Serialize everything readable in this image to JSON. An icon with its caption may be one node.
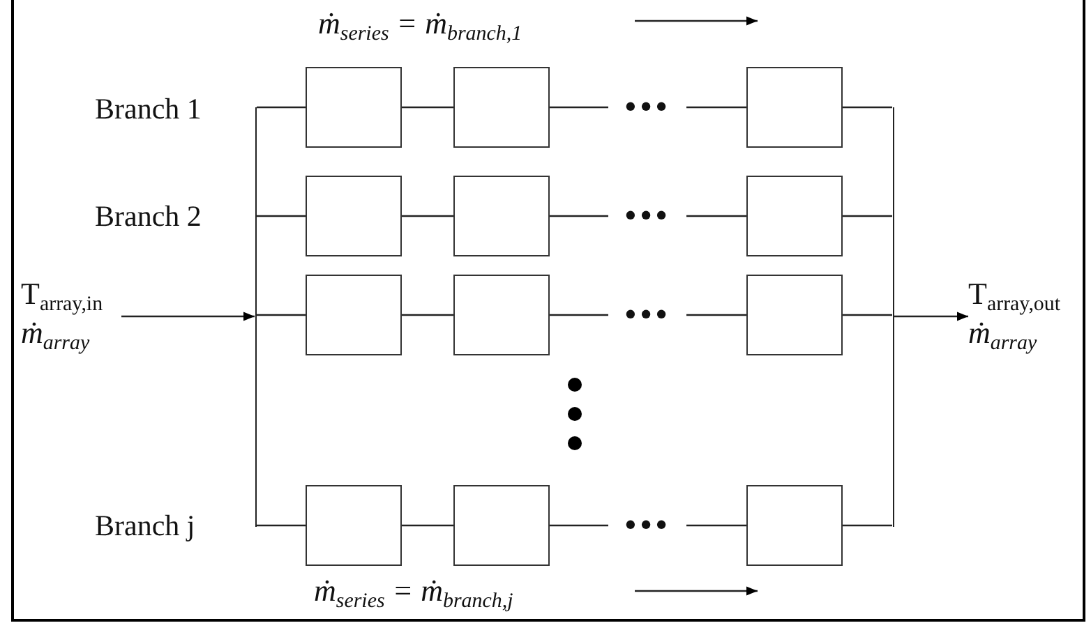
{
  "diagram": {
    "nodes": [
      {
        "text": [
          "T$_{array,in}$",
          "ṁ$_{array}$"
        ]
      },
      {
        "text": [],
        "shape": "bar"
      },
      {
        "text": [],
        "shape": "box"
      },
      {
        "text": [],
        "shape": "box"
      },
      {
        "text": [
          "•••"
        ]
      },
      {
        "text": [],
        "shape": "box"
      },
      {
        "text": [],
        "shape": "box"
      },
      {
        "text": [],
        "shape": "box"
      },
      {
        "text": [
          "•••"
        ]
      },
      {
        "text": [],
        "shape": "box"
      },
      {
        "text": [],
        "shape": "box"
      },
      {
        "text": [],
        "shape": "box"
      },
      {
        "text": [
          "•••"
        ]
      },
      {
        "text": [],
        "shape": "box"
      },
      {
        "text": [],
        "shape": "box"
      },
      {
        "text": [],
        "shape": "box"
      },
      {
        "text": [
          "•••"
        ]
      },
      {
        "text": [],
        "shape": "box"
      },
      {
        "text": [],
        "shape": "bar"
      },
      {
        "text": [
          "T$_{array,out}$",
          "ṁ$_{array}$"
        ]
      }
    ],
    "edges": [
      {
        "from": 0,
        "to": 1,
        "arrow": "to"
      },
      {
        "from": 1,
        "to": 2,
        "arrow": "none"
      },
      {
        "from": 2,
        "to": 3,
        "arrow": "none"
      },
      {
        "from": 3,
        "to": 4,
        "arrow": "none"
      },
      {
        "from": 4,
        "to": 5,
        "arrow": "none"
      },
      {
        "from": 5,
        "to": 18,
        "arrow": "none"
      },
      {
        "from": 1,
        "to": 6,
        "arrow": "none"
      },
      {
        "from": 6,
        "to": 7,
        "arrow": "none"
      },
      {
        "from": 7,
        "to": 8,
        "arrow": "none"
      },
      {
        "from": 8,
        "to": 9,
        "arrow": "none"
      },
      {
        "from": 9,
        "to": 18,
        "arrow": "none"
      },
      {
        "from": 1,
        "to": 10,
        "arrow": "none"
      },
      {
        "from": 10,
        "to": 11,
        "arrow": "none"
      },
      {
        "from": 11,
        "to": 12,
        "arrow": "none"
      },
      {
        "from": 12,
        "to": 13,
        "arrow": "none"
      },
      {
        "from": 13,
        "to": 18,
        "arrow": "none"
      },
      {
        "from": 1,
        "to": 14,
        "arrow": "none"
      },
      {
        "from": 14,
        "to": 15,
        "arrow": "none"
      },
      {
        "from": 15,
        "to": 16,
        "arrow": "none"
      },
      {
        "from": 16,
        "to": 17,
        "arrow": "none"
      },
      {
        "from": 17,
        "to": 18,
        "arrow": "none"
      },
      {
        "from": 18,
        "to": 19,
        "arrow": "to"
      }
    ],
    "labels": [
      "ṁ$_{series}$ = ṁ$_{branch,1}$",
      "Branch 1",
      "Branch 2",
      "Branch j",
      "ṁ$_{series}$ = ṁ$_{branch,j}$"
    ]
  }
}
